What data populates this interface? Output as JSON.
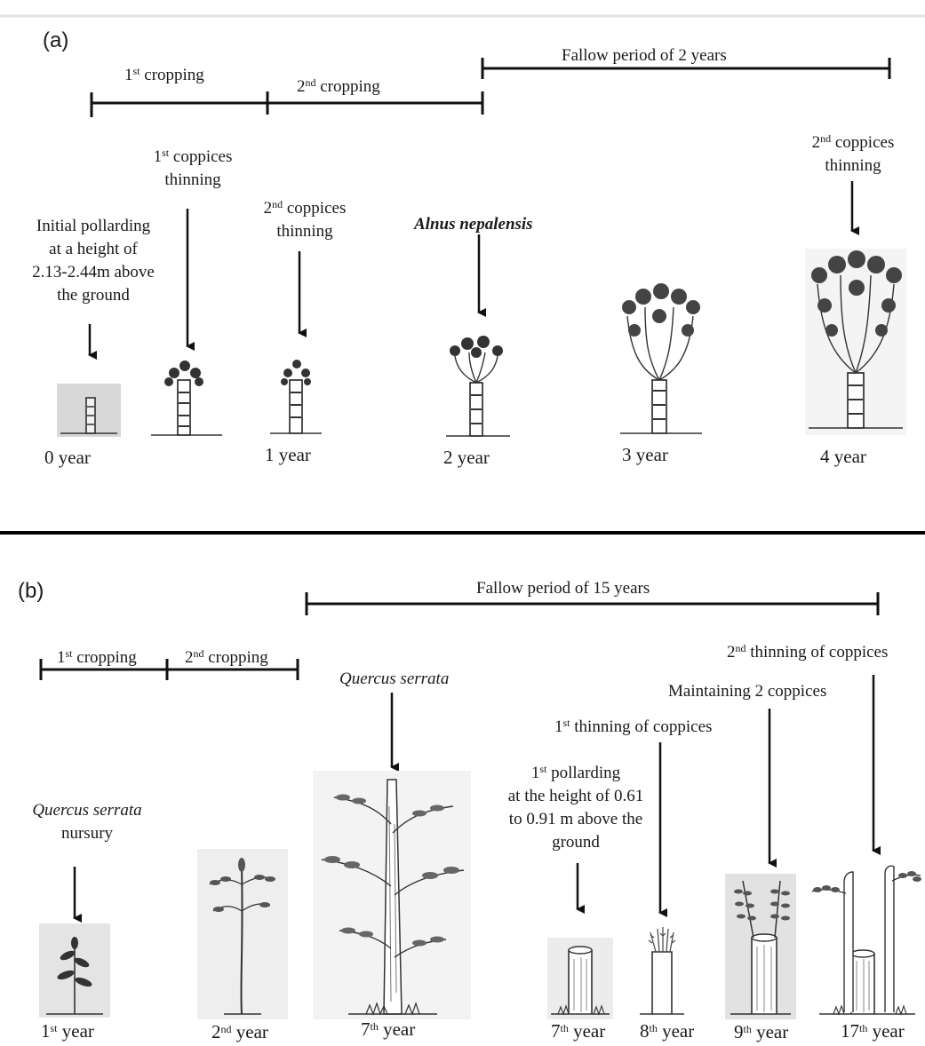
{
  "panel_a": {
    "label": "(a)",
    "crop1": {
      "main": "1",
      "sup": "st",
      "rest": " cropping"
    },
    "crop2": {
      "main": "2",
      "sup": "nd",
      "rest": " cropping"
    },
    "fallow": "Fallow period of  2 years",
    "notes": {
      "pollard": [
        "Initial pollarding",
        "at a height of",
        "2.13-2.44m above",
        "the ground"
      ],
      "thin1": {
        "main": "1",
        "sup": "st",
        "rest": " coppices",
        "line2": "thinning"
      },
      "thin2": {
        "main": "2",
        "sup": "nd",
        "rest": " coppices",
        "line2": "thinning"
      },
      "species": "Alnus nepalensis",
      "thin3": {
        "main": "2",
        "sup": "nd",
        "rest": " coppices",
        "line2": "thinning"
      }
    },
    "years": [
      "0 year",
      "1 year",
      "2 year",
      "3 year",
      "4 year"
    ]
  },
  "panel_b": {
    "label": "(b)",
    "fallow": "Fallow period of  15 years",
    "crop1": {
      "main": "1",
      "sup": "st",
      "rest": "  cropping"
    },
    "crop2": {
      "main": "2",
      "sup": "nd",
      "rest": " cropping"
    },
    "notes": {
      "nursery_species": "Quercus serrata",
      "nursery_word": "nursury",
      "species": "Quercus serrata",
      "pollard": {
        "main": "1",
        "sup": "st",
        "rest": " pollarding",
        "lines": [
          "at the height of 0.61",
          "to 0.91 m above the",
          "ground"
        ]
      },
      "thin1": {
        "main": "1",
        "sup": "st",
        "rest": " thinning of coppices"
      },
      "maintain": "Maintaining 2 coppices",
      "thin2": {
        "main": "2",
        "sup": "nd",
        "rest": " thinning of coppices"
      }
    },
    "years": [
      {
        "main": "1",
        "sup": "st",
        "rest": " year"
      },
      {
        "main": "2",
        "sup": "nd",
        "rest": " year"
      },
      {
        "main": "7",
        "sup": "th",
        "rest": " year"
      },
      {
        "main": "7",
        "sup": "th",
        "rest": "  year"
      },
      {
        "main": "8",
        "sup": "th",
        "rest": " year"
      },
      {
        "main": "9",
        "sup": "th",
        "rest": "  year"
      },
      {
        "main": "17",
        "sup": "th",
        "rest": "  year"
      }
    ]
  }
}
